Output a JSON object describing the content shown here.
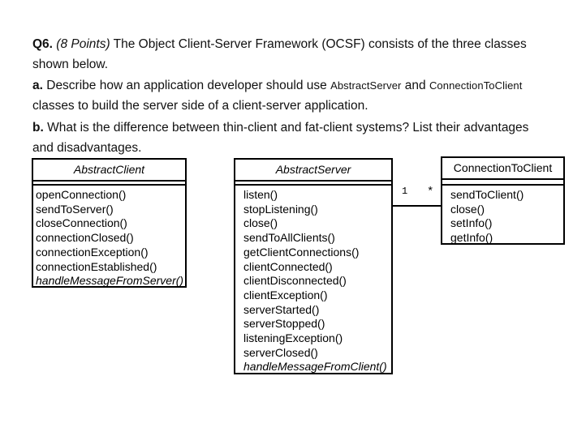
{
  "question": {
    "p1": {
      "label": "Q6.",
      "points": " (8 Points)",
      "line1_rest": " The Object Client-Server Framework (OCSF) consists of the three classes",
      "line2": "shown below."
    },
    "pa": {
      "label": "a.",
      "seg1": " Describe how an application developer should use ",
      "code1": "AbstractServer",
      "seg2": " and ",
      "code2": "ConnectionToClient",
      "line2": "classes to build the server side of a client-server application."
    },
    "pb": {
      "label": "b.",
      "line1": " What is the difference between thin-client and fat-client systems? List their advantages",
      "line2": "and disadvantages."
    }
  },
  "diagram": {
    "classes": [
      {
        "name": "AbstractClient",
        "title_style": "italic",
        "methods": [
          {
            "label": "openConnection()"
          },
          {
            "label": "sendToServer()"
          },
          {
            "label": "closeConnection()"
          },
          {
            "label": "connectionClosed()"
          },
          {
            "label": "connectionException()"
          },
          {
            "label": "connectionEstablished()"
          },
          {
            "label": "handleMessageFromServer()",
            "style": "italic"
          }
        ]
      },
      {
        "name": "AbstractServer",
        "title_style": "italic",
        "methods": [
          {
            "label": "listen()"
          },
          {
            "label": "stopListening()"
          },
          {
            "label": "close()"
          },
          {
            "label": "sendToAllClients()"
          },
          {
            "label": "getClientConnections()"
          },
          {
            "label": "clientConnected()"
          },
          {
            "label": "clientDisconnected()"
          },
          {
            "label": "clientException()"
          },
          {
            "label": "serverStarted()"
          },
          {
            "label": "serverStopped()"
          },
          {
            "label": "listeningException()"
          },
          {
            "label": "serverClosed()"
          },
          {
            "label": "handleMessageFromClient()",
            "style": "italic"
          }
        ]
      },
      {
        "name": "ConnectionToClient",
        "title_style": "normal",
        "methods": [
          {
            "label": "sendToClient()"
          },
          {
            "label": "close()"
          },
          {
            "label": "setInfo()"
          },
          {
            "label": "getInfo()"
          }
        ]
      }
    ],
    "association": {
      "multiplicity_left": "1",
      "multiplicity_right": "*"
    }
  },
  "colors": {
    "background": "#ffffff",
    "ink": "#000000"
  }
}
